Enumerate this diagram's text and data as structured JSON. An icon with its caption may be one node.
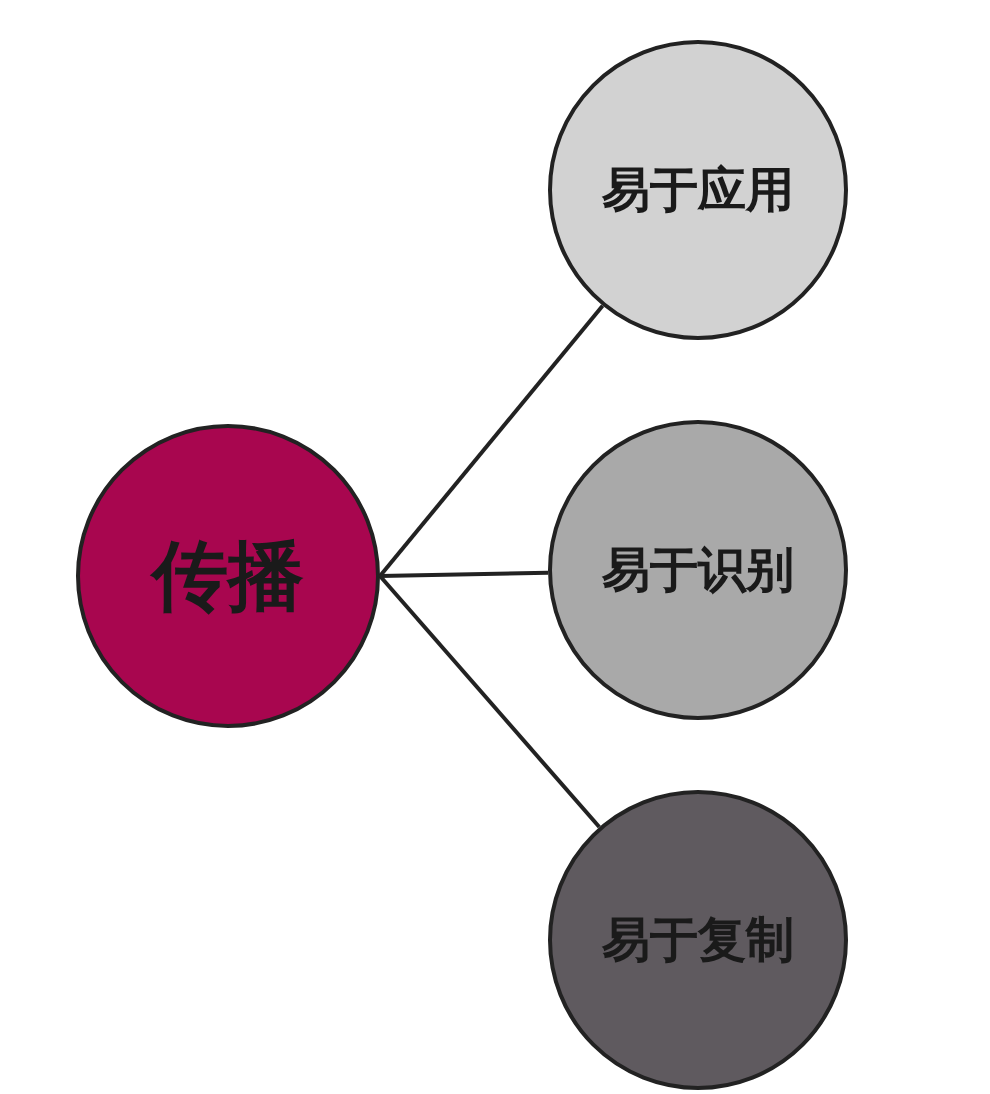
{
  "diagram": {
    "nodes": [
      {
        "text": [
          "传播"
        ]
      },
      {
        "text": [
          "易于应用"
        ]
      },
      {
        "text": [
          "易于识别"
        ]
      },
      {
        "text": [
          "易于复制"
        ]
      }
    ],
    "edges": [
      {
        "from": 0,
        "to": 1,
        "arrow": "none"
      },
      {
        "from": 0,
        "to": 2,
        "arrow": "none"
      },
      {
        "from": 0,
        "to": 3,
        "arrow": "none"
      }
    ]
  }
}
